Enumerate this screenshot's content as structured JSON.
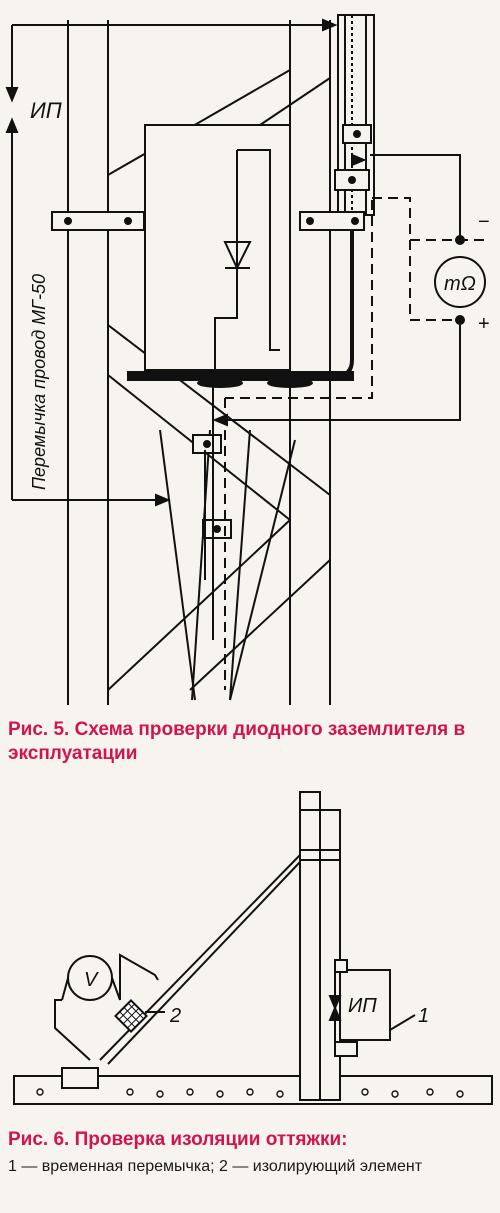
{
  "figure5": {
    "label_ip": "ИП",
    "label_jumper": "Перемычка провод МГ-50",
    "label_meter": "mΩ",
    "label_minus": "−",
    "label_plus": "+",
    "caption": "Рис. 5. Схема проверки диодного заземлителя в эксплуатации"
  },
  "figure6": {
    "label_voltmeter": "V",
    "label_2": "2",
    "label_ip": "ИП",
    "label_1": "1",
    "caption_title": "Рис. 6. Проверка изоляции оттяжки:",
    "caption_note": "1 — временная перемычка; 2 — изолирующий элемент"
  }
}
